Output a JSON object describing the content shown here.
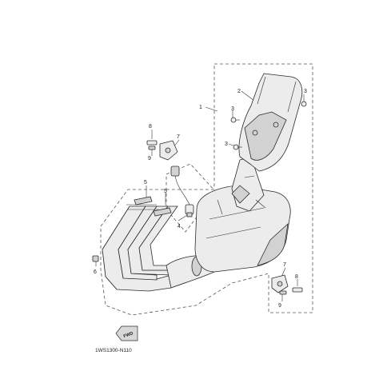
{
  "diagram": {
    "code": "1WS1300-N110",
    "front_mark": "FWD",
    "callouts": {
      "c1": "1",
      "c2": "2",
      "c3a": "3",
      "c3b": "3",
      "c3c": "3",
      "c4": "4",
      "c5a": "5",
      "c5b": "5",
      "c6": "6",
      "c7a": "7",
      "c7b": "7",
      "c8a": "8",
      "c8b": "8",
      "c9a": "9",
      "c9b": "9"
    }
  }
}
